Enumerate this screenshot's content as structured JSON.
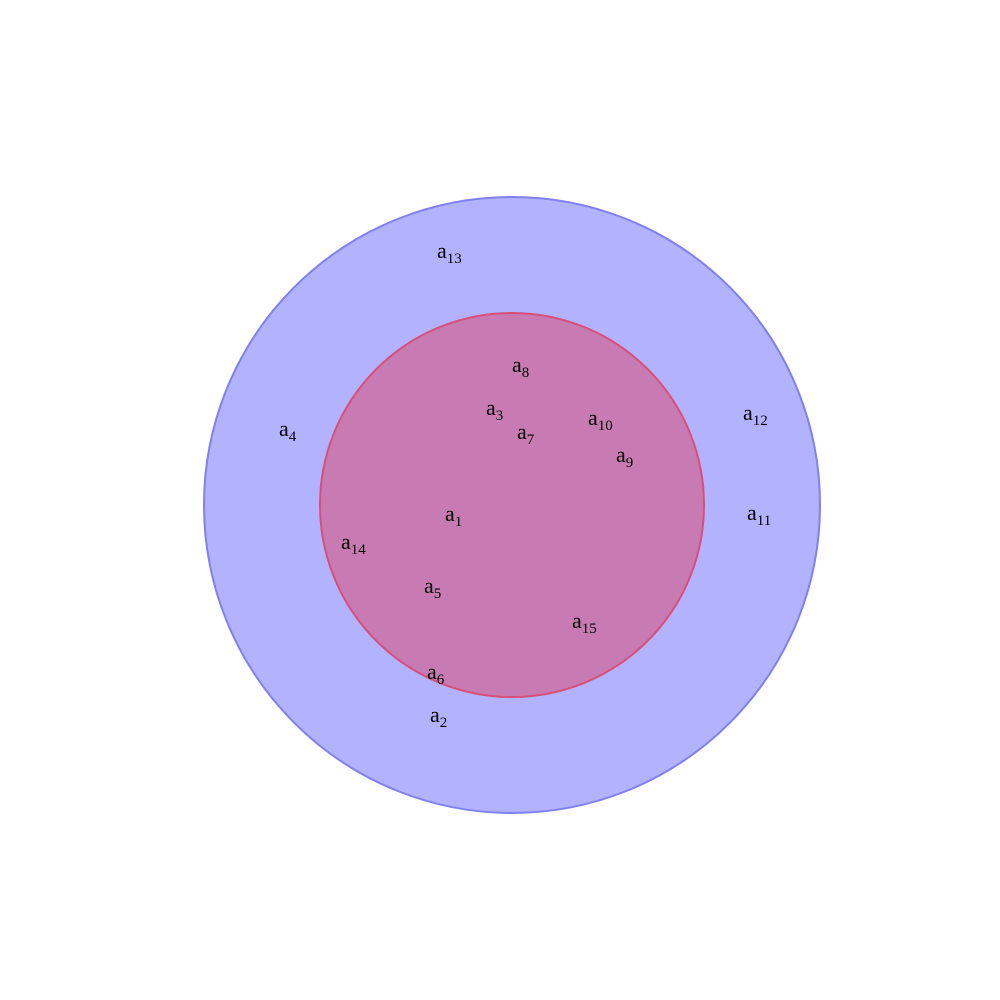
{
  "colors": {
    "outer_fill": "#b2b2ff",
    "outer_stroke": "#8080f0",
    "inner_fill": "#c87bb3",
    "inner_stroke": "#d8507a"
  },
  "sets": {
    "outer": {
      "elements": [
        {
          "base": "a",
          "sub": "13"
        },
        {
          "base": "a",
          "sub": "4"
        },
        {
          "base": "a",
          "sub": "12"
        },
        {
          "base": "a",
          "sub": "11"
        },
        {
          "base": "a",
          "sub": "2"
        }
      ]
    },
    "inner": {
      "elements": [
        {
          "base": "a",
          "sub": "8"
        },
        {
          "base": "a",
          "sub": "3"
        },
        {
          "base": "a",
          "sub": "7"
        },
        {
          "base": "a",
          "sub": "10"
        },
        {
          "base": "a",
          "sub": "9"
        },
        {
          "base": "a",
          "sub": "1"
        },
        {
          "base": "a",
          "sub": "14"
        },
        {
          "base": "a",
          "sub": "5"
        },
        {
          "base": "a",
          "sub": "15"
        },
        {
          "base": "a",
          "sub": "6"
        }
      ]
    }
  }
}
